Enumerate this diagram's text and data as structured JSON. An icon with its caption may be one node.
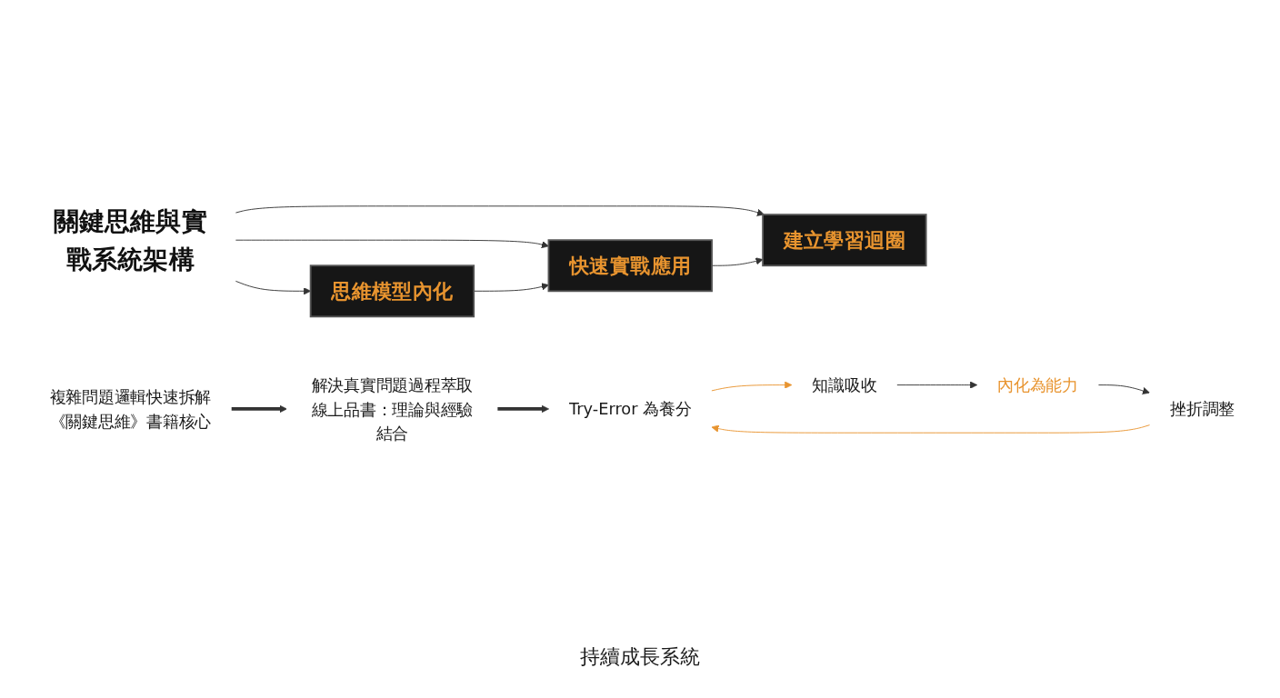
{
  "diagram": {
    "nodes": [
      {
        "text": [
          "關鍵思維與實戰系統架構"
        ]
      },
      {
        "text": [
          "思維模型內化"
        ]
      },
      {
        "text": [
          "快速實戰應用"
        ]
      },
      {
        "text": [
          "建立學習迴圈"
        ]
      },
      {
        "text": [
          "複雜問題邏輯快速拆解",
          "《關鍵思維》書籍核心"
        ]
      },
      {
        "text": [
          "解決真實問題過程萃取",
          "線上品書：理論與經驗結合"
        ]
      },
      {
        "text": [
          "知識吸收"
        ]
      },
      {
        "text": [
          "Try-Error 為養分"
        ]
      },
      {
        "text": [
          "內化為能力"
        ]
      },
      {
        "text": [
          "挫折調整"
        ]
      }
    ],
    "edges": [
      {
        "from": 0,
        "to": 1,
        "arrow": "to"
      },
      {
        "from": 0,
        "to": 2,
        "arrow": "to"
      },
      {
        "from": 0,
        "to": 3,
        "arrow": "to"
      },
      {
        "from": 1,
        "to": 2,
        "arrow": "to"
      },
      {
        "from": 2,
        "to": 3,
        "arrow": "to"
      },
      {
        "from": 4,
        "to": 5,
        "arrow": "to",
        "style": "thick"
      },
      {
        "from": 5,
        "to": 7,
        "arrow": "to",
        "style": "thick"
      },
      {
        "from": 6,
        "to": 8,
        "arrow": "to"
      },
      {
        "from": 8,
        "to": 9,
        "arrow": "to"
      },
      {
        "from": 9,
        "to": 7,
        "arrow": "to",
        "color": "#e8942f"
      },
      {
        "from": 7,
        "to": 6,
        "arrow": "to",
        "color": "#e8942f"
      }
    ],
    "labels": [
      "持續成長系統"
    ]
  }
}
